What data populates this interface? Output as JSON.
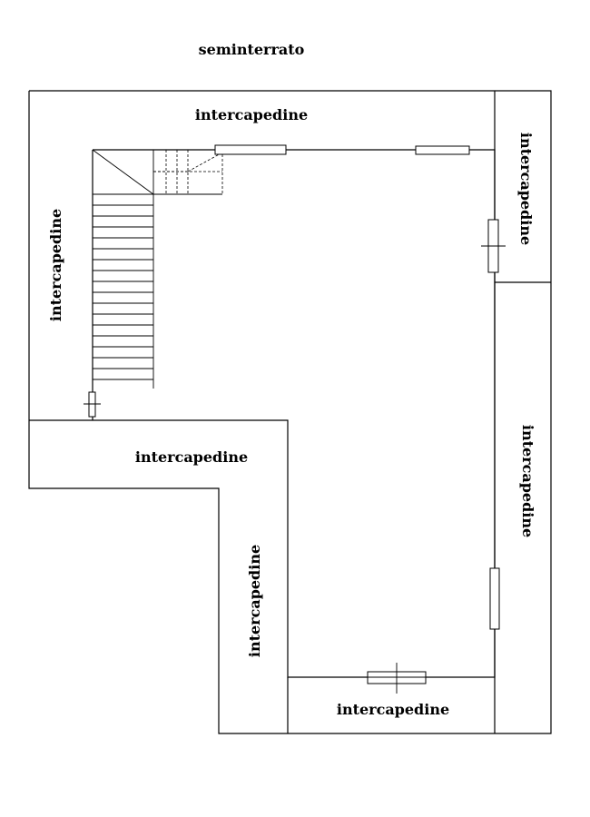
{
  "title": "seminterrato",
  "labels": {
    "top": "intercapedine",
    "right_upper": "intercapedine",
    "left": "intercapedine",
    "middle_left": "intercapedine",
    "lower_left": "intercapedine",
    "right_lower": "intercapedine",
    "bottom": "intercapedine"
  }
}
